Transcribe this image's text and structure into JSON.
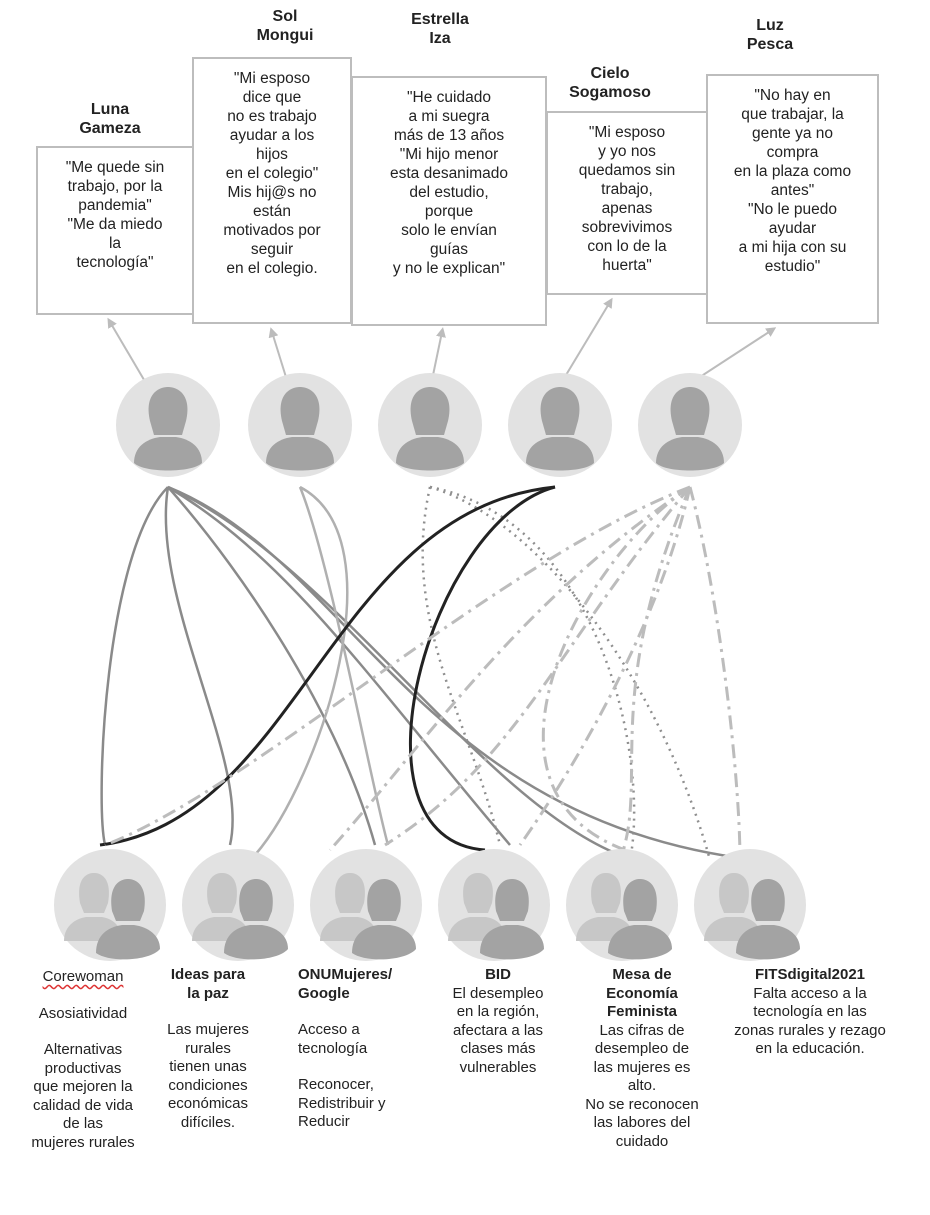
{
  "women": [
    {
      "name": "Luna\nGameza",
      "quote": "\"Me quede sin\ntrabajo, por la\npandemia\"\n\"Me da miedo\nla\ntecnología\""
    },
    {
      "name": "Sol\nMongui",
      "quote": "\"Mi esposo\ndice que\nno es trabajo\nayudar a los\nhijos\nen el colegio\"\nMis hij@s no\nestán\nmotivados por\nseguir\nen el colegio."
    },
    {
      "name": "Estrella\nIza",
      "quote": "\"He cuidado\na mi suegra\nmás de 13 años\n\"Mi hijo menor\nesta desanimado\ndel estudio,\nporque\nsolo le envían\nguías\ny no le explican\""
    },
    {
      "name": "Cielo\nSogamoso",
      "quote": "\"Mi esposo\ny yo nos\nquedamos sin\ntrabajo,\napenas\nsobrevivimos\ncon lo de la\nhuerta\""
    },
    {
      "name": "Luz\nPesca",
      "quote": "\"No hay en\nque trabajar, la\ngente ya no\ncompra\nen la plaza como\nantes\"\n\"No le puedo\nayudar\na mi hija con su\nestudio\""
    }
  ],
  "organizations": [
    {
      "name": "Corewoman",
      "desc": "Asosiatividad",
      "desc2": "Alternativas\nproductivas\nque  mejoren la\ncalidad  de vida\nde las\nmujeres rurales"
    },
    {
      "name": "Ideas para\nla paz",
      "desc": "Las mujeres\nrurales\ntienen unas\ncondiciones\neconómicas\ndifíciles.",
      "desc2": ""
    },
    {
      "name": "ONUMujeres/\nGoogle",
      "desc": "Acceso a\ntecnología",
      "desc2": "Reconocer,\nRedistribuir y\nReducir"
    },
    {
      "name": "BID",
      "desc": "El desempleo\nen la región,\nafectara a las\nclases más\nvulnerables",
      "desc2": ""
    },
    {
      "name": "Mesa de\nEconomía\nFeminista",
      "desc": "Las cifras de\ndesempleo de\nlas mujeres es\nalto.\nNo se reconocen\nlas labores del\ncuidado",
      "desc2": ""
    },
    {
      "name": "FITSdigital2021",
      "desc": "Falta acceso a la\ntecnología en las\nzonas rurales y rezago\nen la educación.",
      "desc2": ""
    }
  ],
  "colors": {
    "avatar_bg": "#e2e2e2",
    "avatar_fg": "#a3a3a3",
    "avatar_fg_back": "#c7c7c7",
    "box_border": "#bdbdbd",
    "arrow": "#bcbcbc"
  }
}
